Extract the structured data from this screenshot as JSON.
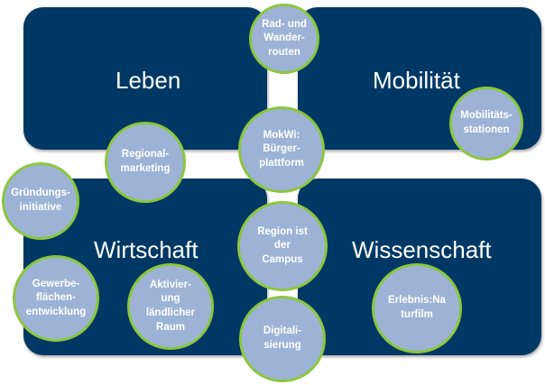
{
  "quadrants": {
    "top_left": "Leben",
    "top_right": "Mobilität",
    "bottom_left": "Wirtschaft",
    "bottom_right": "Wissenschaft"
  },
  "circles": {
    "rad": "Rad- und\nWander-\nrouten",
    "mobilitaet": "Mobilitäts-\nstationen",
    "mokwi": "MokWi:\nBürger-\nplattform",
    "regional": "Regional-\nmarketing",
    "gruendung": "Gründungs-\ninitiative",
    "region": "Region ist\nder\nCampus",
    "gewerbe": "Gewerbe-\nflächen-\nentwicklung",
    "aktivierung": "Aktivier-\nung\nländlicher\nRaum",
    "digital": "Digitali-\nsierung",
    "erlebnis": "Erlebnis:Na\nturfilm"
  },
  "colors": {
    "panel": "#003865",
    "circle_fill": "#9db3d6",
    "circle_border": "#8cc63e"
  }
}
